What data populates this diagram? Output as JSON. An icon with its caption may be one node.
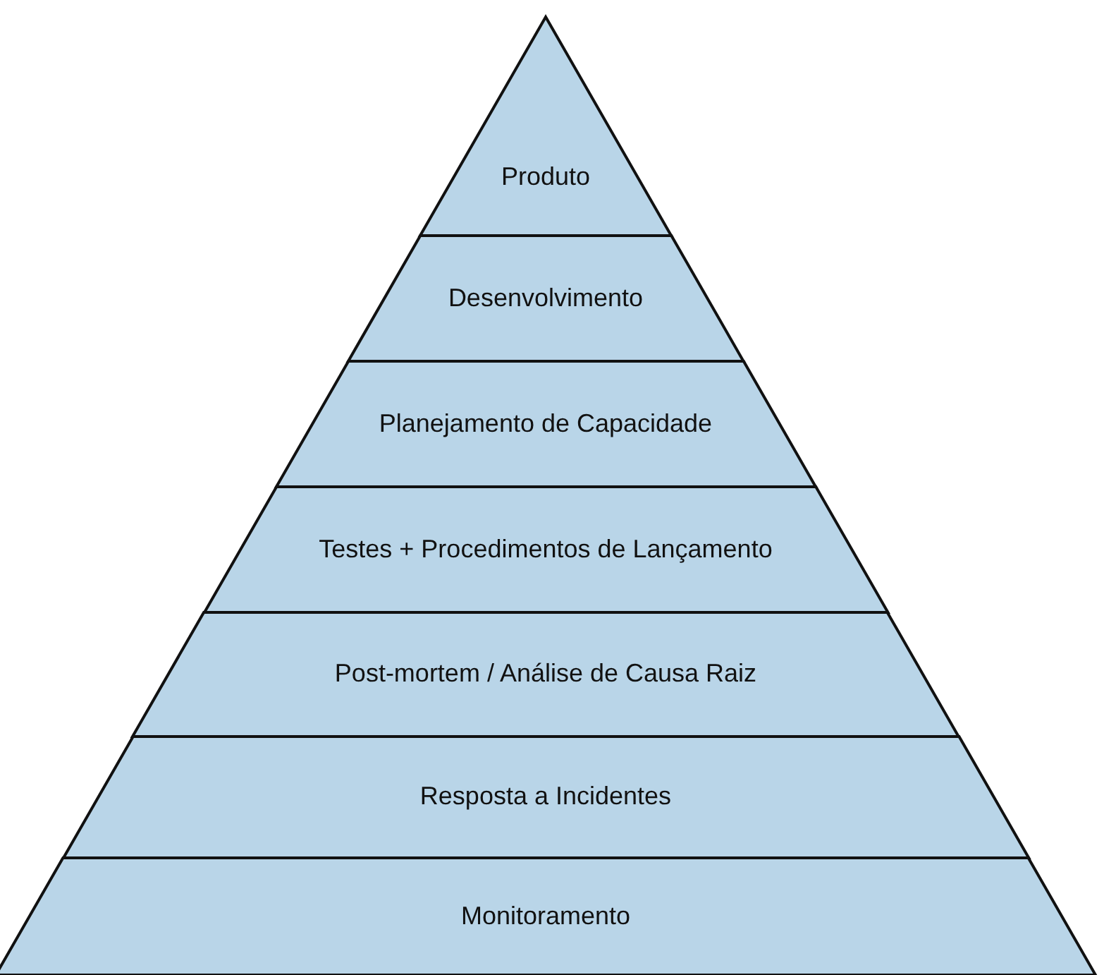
{
  "diagram": {
    "nodes": [
      {
        "text": [
          "Produto"
        ]
      },
      {
        "text": [
          "Desenvolvimento"
        ]
      },
      {
        "text": [
          "Planejamento de Capacidade"
        ]
      },
      {
        "text": [
          "Testes + Procedimentos de Lançamento"
        ]
      },
      {
        "text": [
          "Post-mortem / Análise de Causa Raiz"
        ]
      },
      {
        "text": [
          "Resposta a Incidentes"
        ]
      },
      {
        "text": [
          "Monitoramento"
        ]
      }
    ]
  }
}
